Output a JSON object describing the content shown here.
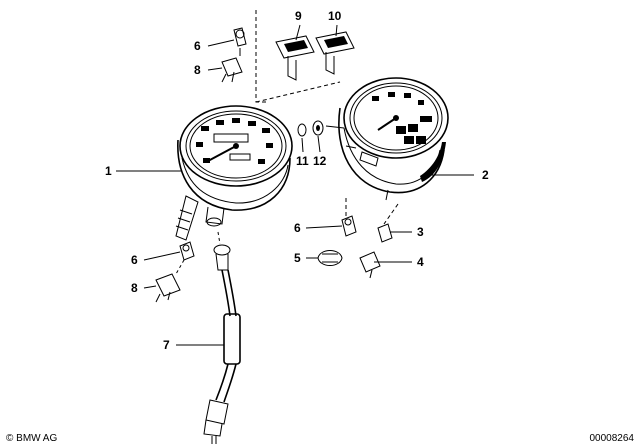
{
  "callouts": [
    {
      "id": "1",
      "label": "1"
    },
    {
      "id": "2",
      "label": "2"
    },
    {
      "id": "3",
      "label": "3"
    },
    {
      "id": "4",
      "label": "4"
    },
    {
      "id": "5",
      "label": "5"
    },
    {
      "id": "6a",
      "label": "6"
    },
    {
      "id": "6b",
      "label": "6"
    },
    {
      "id": "6c",
      "label": "6"
    },
    {
      "id": "7",
      "label": "7"
    },
    {
      "id": "8a",
      "label": "8"
    },
    {
      "id": "8b",
      "label": "8"
    },
    {
      "id": "9",
      "label": "9"
    },
    {
      "id": "10",
      "label": "10"
    },
    {
      "id": "11",
      "label": "11"
    },
    {
      "id": "12",
      "label": "12"
    }
  ],
  "footer": {
    "copyright": "© BMW AG",
    "doc_number": "00008264"
  }
}
